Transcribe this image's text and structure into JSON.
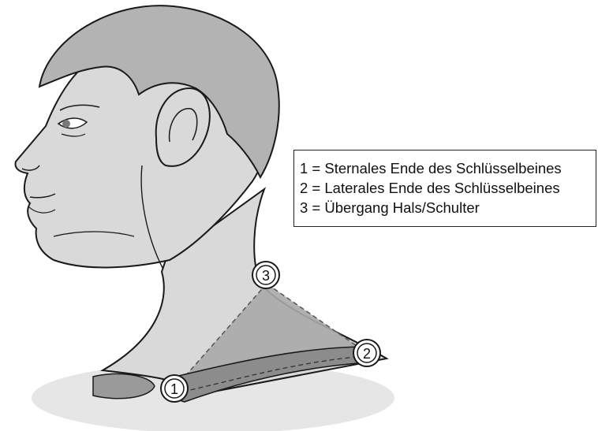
{
  "legend": {
    "items": [
      {
        "number": "1",
        "text": "1 = Sternales Ende des Schlüsselbeines"
      },
      {
        "number": "2",
        "text": "2 = Laterales Ende des Schlüsselbeines"
      },
      {
        "number": "3",
        "text": "3 = Übergang Hals/Schulter"
      }
    ]
  },
  "markers": [
    {
      "label": "1"
    },
    {
      "label": "2"
    },
    {
      "label": "3"
    }
  ],
  "colors": {
    "skin": "#d9d9d9",
    "hair": "#b3b3b3",
    "triangle": "#a9a9a9",
    "clavicle": "#8c8c8c",
    "outline": "#1a1a1a",
    "shadow": "#e6e6e6"
  }
}
